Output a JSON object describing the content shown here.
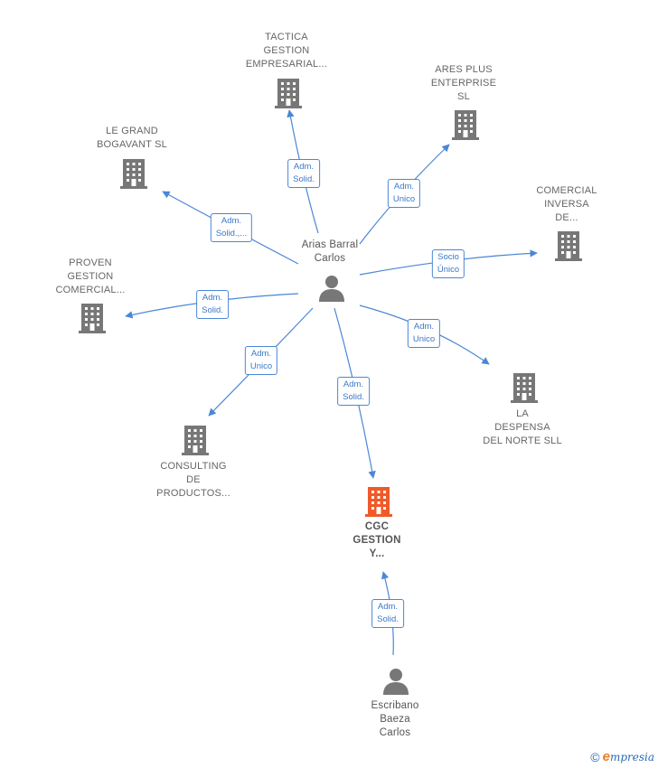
{
  "center": {
    "label": "Arias Barral\nCarlos"
  },
  "companies": [
    {
      "id": "tactica",
      "label": "TACTICA\nGESTION\nEMPRESARIAL..."
    },
    {
      "id": "ares",
      "label": "ARES PLUS\nENTERPRISE\nSL"
    },
    {
      "id": "legrand",
      "label": "LE GRAND\nBOGAVANT  SL"
    },
    {
      "id": "comercial",
      "label": "COMERCIAL\nINVERSA\nDE..."
    },
    {
      "id": "proven",
      "label": "PROVEN\nGESTION\nCOMERCIAL..."
    },
    {
      "id": "despensa",
      "label": "LA\nDESPENSA\nDEL NORTE SLL"
    },
    {
      "id": "consulting",
      "label": "CONSULTING\nDE\nPRODUCTOS..."
    },
    {
      "id": "cgc",
      "label": "CGC\nGESTION\nY..."
    }
  ],
  "people": [
    {
      "id": "escribano",
      "label": "Escribano\nBaeza\nCarlos"
    }
  ],
  "relations": [
    {
      "id": "r-tactica",
      "label": "Adm.\nSolid."
    },
    {
      "id": "r-ares",
      "label": "Adm.\nUnico"
    },
    {
      "id": "r-legrand",
      "label": "Adm.\nSolid.,..."
    },
    {
      "id": "r-comercial",
      "label": "Socio\nÚnico"
    },
    {
      "id": "r-proven",
      "label": "Adm.\nSolid."
    },
    {
      "id": "r-despensa",
      "label": "Adm.\nUnico"
    },
    {
      "id": "r-consulting",
      "label": "Adm.\nUnico"
    },
    {
      "id": "r-cgc",
      "label": "Adm.\nSolid."
    },
    {
      "id": "r-escribano",
      "label": "Adm.\nSolid."
    }
  ],
  "colors": {
    "edge": "#4a87d6",
    "building": "#777777",
    "building_highlight": "#f05a28",
    "person": "#777777"
  },
  "footer": {
    "copyright": "©",
    "brand_initial": "e",
    "brand_rest": "mpresia"
  }
}
